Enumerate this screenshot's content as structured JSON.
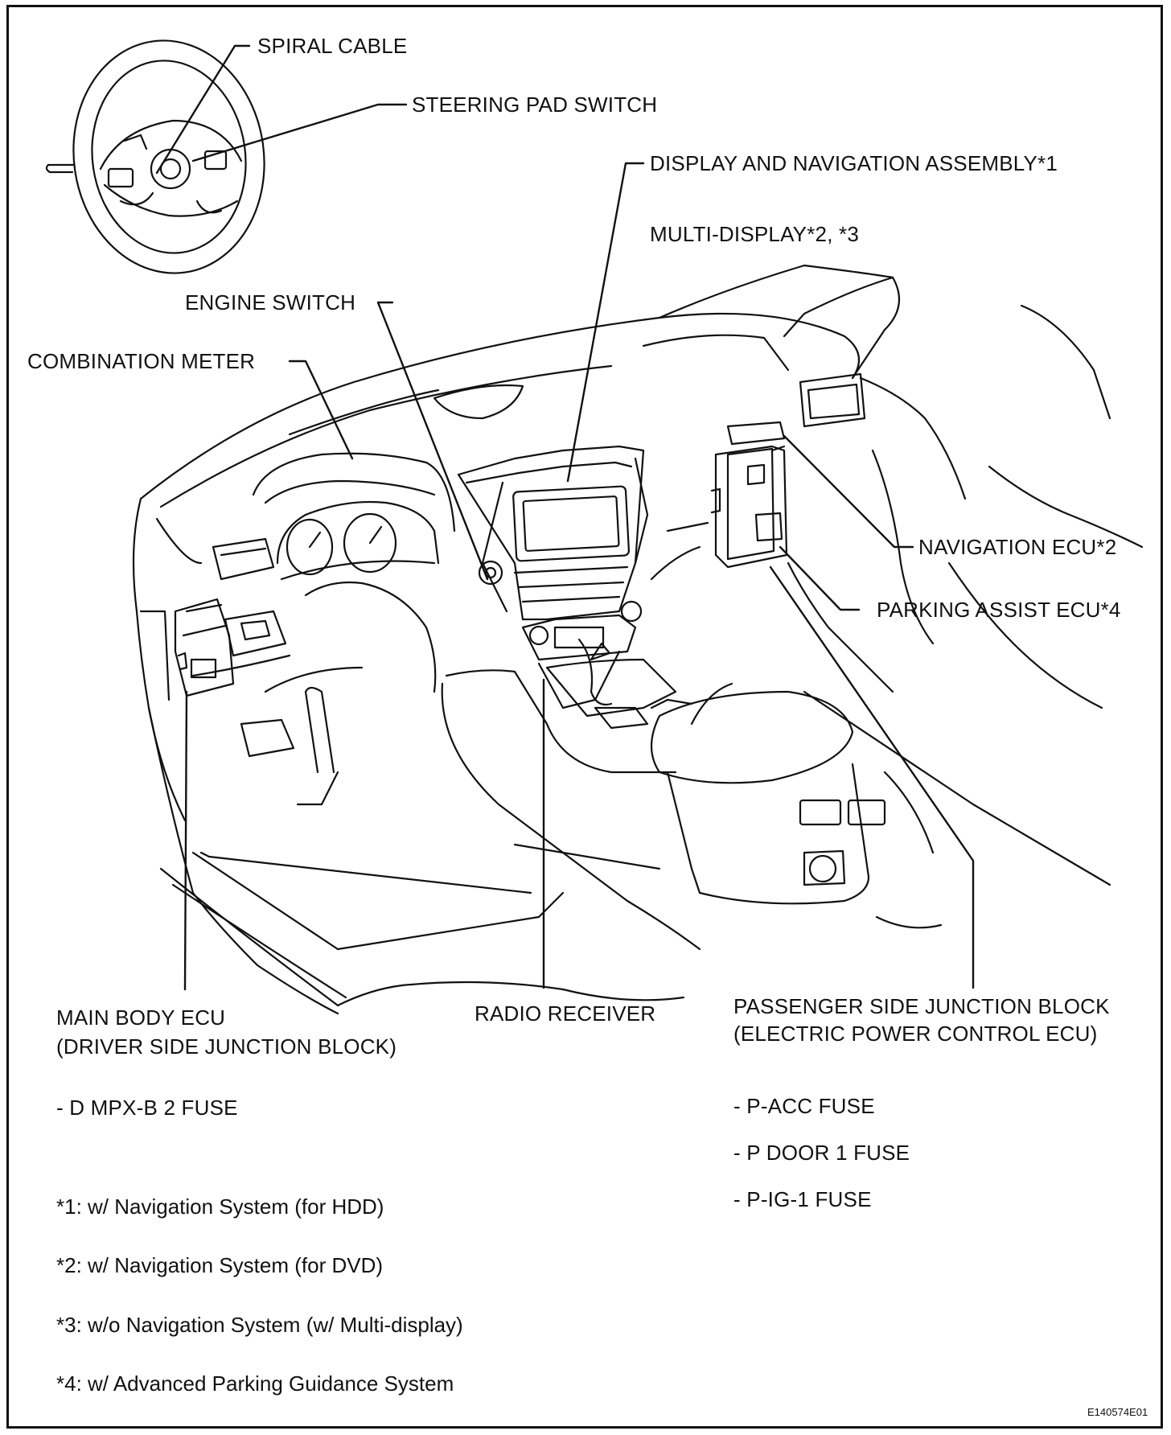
{
  "labels": {
    "spiral_cable": "SPIRAL CABLE",
    "steering_pad_switch": "STEERING PAD SWITCH",
    "display_navigation": "DISPLAY AND NAVIGATION ASSEMBLY*1",
    "multi_display": "MULTI-DISPLAY*2, *3",
    "engine_switch": "ENGINE SWITCH",
    "combination_meter": "COMBINATION METER",
    "navigation_ecu": "NAVIGATION ECU*2",
    "parking_assist_ecu": "PARKING ASSIST ECU*4",
    "main_body_ecu_line1": "MAIN BODY ECU",
    "main_body_ecu_line2": "(DRIVER SIDE JUNCTION BLOCK)",
    "radio_receiver": "RADIO RECEIVER",
    "passenger_jb_line1": "PASSENGER SIDE JUNCTION BLOCK",
    "passenger_jb_line2": "(ELECTRIC POWER CONTROL ECU)"
  },
  "fuses_driver": [
    "- D MPX-B 2 FUSE"
  ],
  "fuses_passenger": [
    "- P-ACC FUSE",
    "- P DOOR 1 FUSE",
    "- P-IG-1 FUSE"
  ],
  "footnotes": [
    "*1: w/ Navigation System (for HDD)",
    "*2: w/ Navigation System (for DVD)",
    "*3: w/o Navigation System (w/ Multi-display)",
    "*4: w/ Advanced Parking Guidance System"
  ],
  "figure_code": "E140574E01"
}
